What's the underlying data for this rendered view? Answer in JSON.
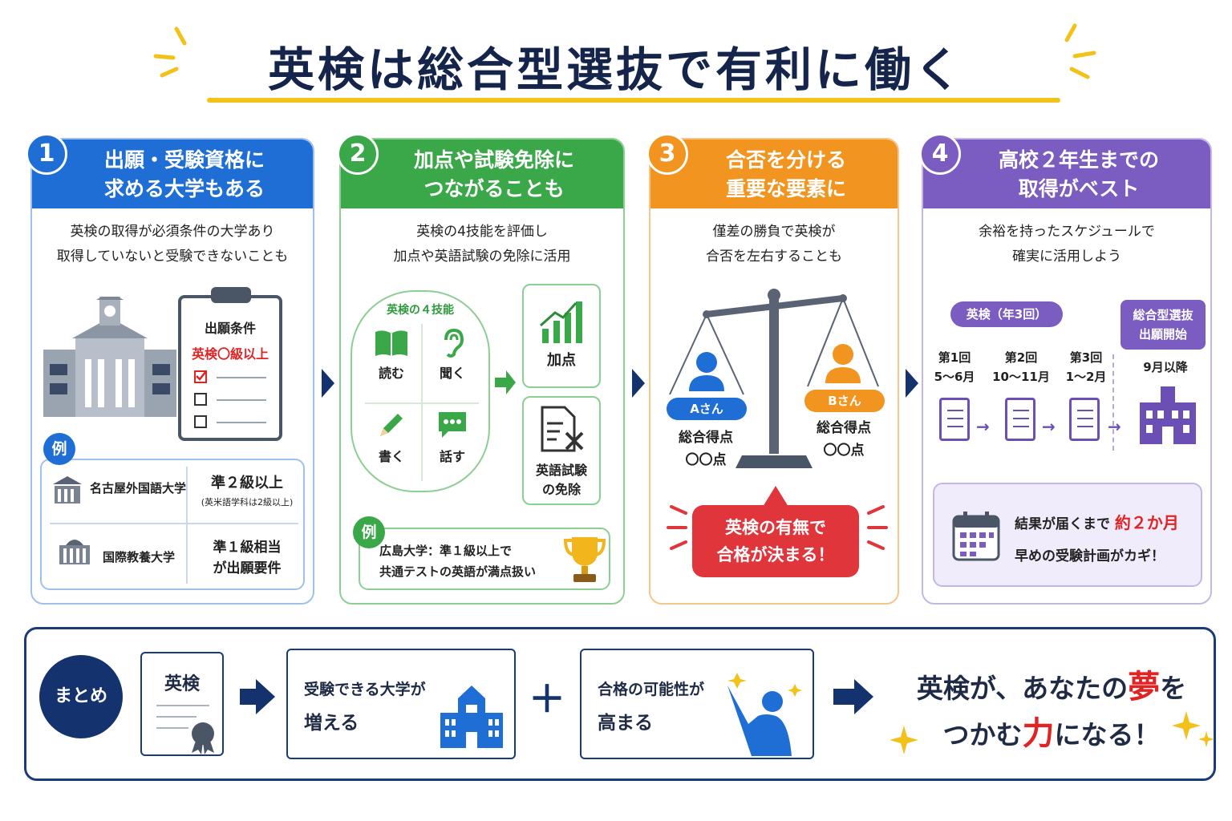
{
  "title": "英検は総合型選抜で有利に働く",
  "colors": {
    "navy": "#14244a",
    "gold": "#f2c21b",
    "blue": "#1e6ed6",
    "green": "#3aa848",
    "orange": "#f29420",
    "purple": "#7b5cc0",
    "red": "#e02424"
  },
  "cards": [
    {
      "num": "1",
      "head_line1": "出願・受験資格に",
      "head_line2": "求める大学もある",
      "desc_line1": "英検の取得が必須条件の大学あり",
      "desc_line2": "取得していないと受験できないことも",
      "clipboard_title": "出願条件",
      "clipboard_red": "英検〇級以上",
      "example_badge": "例",
      "examples": [
        {
          "name": "名古屋外国語大学",
          "req": "準２級以上",
          "req_note": "(英米語学科は2級以上)"
        },
        {
          "name": "国際教養大学",
          "req_line1": "準１級相当",
          "req_line2": "が出願要件"
        }
      ]
    },
    {
      "num": "2",
      "head_line1": "加点や試験免除に",
      "head_line2": "つながることも",
      "desc_line1": "英検の4技能を評価し",
      "desc_line2": "加点や英語試験の免除に活用",
      "skills_title": "英検の４技能",
      "skills": [
        "読む",
        "聞く",
        "書く",
        "話す"
      ],
      "result_plus": "加点",
      "result_exempt_line1": "英語試験",
      "result_exempt_line2": "の免除",
      "example_badge": "例",
      "example_line1": "広島大学：準１級以上で",
      "example_line2": "共通テストの英語が満点扱い"
    },
    {
      "num": "3",
      "head_line1": "合否を分ける",
      "head_line2": "重要な要素に",
      "desc_line1": "僅差の勝負で英検が",
      "desc_line2": "合否を左右することも",
      "person_a": "Aさん",
      "person_b": "Bさん",
      "score_label": "総合得点",
      "score_value": "〇〇点",
      "bubble_line1": "英検の有無で",
      "bubble_line2": "合格が決まる！"
    },
    {
      "num": "4",
      "head_line1": "高校２年生までの",
      "head_line2": "取得がベスト",
      "desc_line1": "余裕を持ったスケジュールで",
      "desc_line2": "確実に活用しよう",
      "exam_pill": "英検（年3回）",
      "start_line1": "総合型選抜",
      "start_line2": "出願開始",
      "rounds": [
        {
          "label": "第1回",
          "period": "5～6月"
        },
        {
          "label": "第2回",
          "period": "10～11月"
        },
        {
          "label": "第3回",
          "period": "1～2月"
        }
      ],
      "start_period": "9月以降",
      "note_prefix": "結果が届くまで",
      "note_highlight": "約２か月",
      "note_line2": "早めの受験計画がカギ！"
    }
  ],
  "summary": {
    "label": "まとめ",
    "cert": "英検",
    "box1_line1": "受験できる大学が",
    "box1_line2": "増える",
    "plus": "＋",
    "box2_line1": "合格の可能性が",
    "box2_line2": "高まる",
    "final_1": "英検が、あなたの",
    "final_dream": "夢",
    "final_2": "を",
    "final_3": "つかむ",
    "final_power": "力",
    "final_4": "になる！"
  }
}
